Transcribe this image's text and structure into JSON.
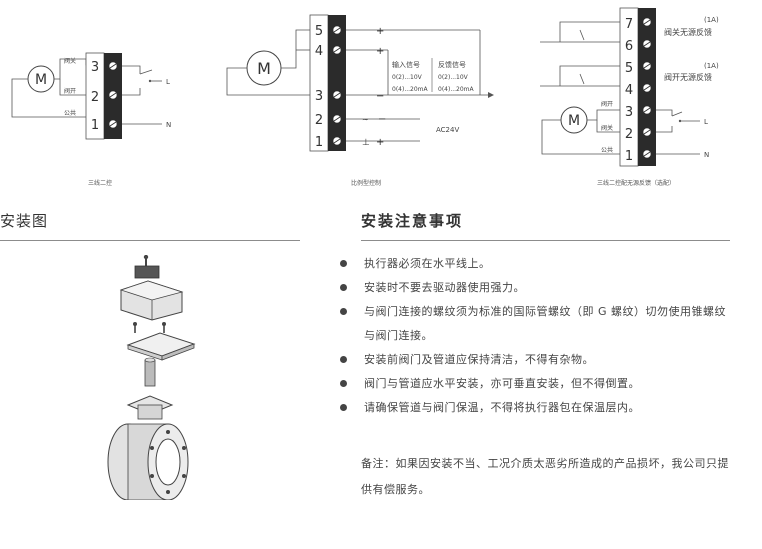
{
  "diagram1": {
    "motor": "M",
    "labels": {
      "open_close": "阀关",
      "open": "阀开",
      "common": "公共"
    },
    "terminals": [
      "3",
      "2",
      "1"
    ],
    "line_L": "L",
    "line_N": "N",
    "caption": "三线二控"
  },
  "diagram2": {
    "motor": "M",
    "terminals": [
      "5",
      "4",
      "3",
      "2",
      "1"
    ],
    "plus": "+",
    "minus": "−",
    "tilde": "~",
    "ground": "⊥",
    "input_signal": {
      "title": "输入信号",
      "v": "0(2)...10V",
      "ma": "0(4)...20mA"
    },
    "feedback_signal": {
      "title": "反馈信号",
      "v": "0(2)...10V",
      "ma": "0(4)...20mA"
    },
    "power": "AC24V",
    "caption": "比例型控制"
  },
  "diagram3": {
    "motor": "M",
    "terminals": [
      "7",
      "6",
      "5",
      "4",
      "3",
      "2",
      "1"
    ],
    "labels": {
      "open": "阀开",
      "close": "阀关",
      "common": "公共"
    },
    "fb_close": {
      "current": "(1A)",
      "text": "阀关无源反馈"
    },
    "fb_open": {
      "current": "(1A)",
      "text": "阀开无源反馈"
    },
    "line_L": "L",
    "line_N": "N",
    "caption": "三线二控配无源反馈（选配）"
  },
  "install": {
    "title": "安装图"
  },
  "notes": {
    "title": "安装注意事项",
    "items": [
      "执行器必须在水平线上。",
      "安装时不要去驱动器使用强力。",
      "与阀门连接的螺纹须为标准的国际管螺纹（即 G 螺纹）切勿使用锥螺纹与阀门连接。",
      "安装前阀门及管道应保持清洁，不得有杂物。",
      "阀门与管道应水平安装，亦可垂直安装，但不得倒置。",
      "请确保管道与阀门保温，不得将执行器包在保温层内。"
    ],
    "remark": "备注：如果因安装不当、工况介质太恶劣所造成的产品损坏，我公司只提供有偿服务。"
  }
}
